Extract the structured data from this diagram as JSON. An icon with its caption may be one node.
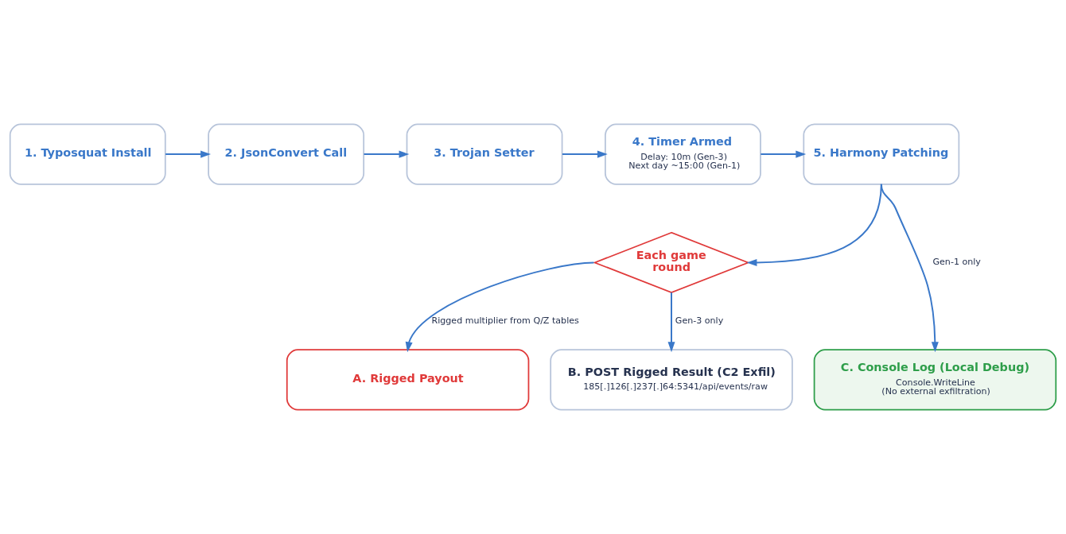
{
  "diagram": {
    "nodes": [
      {
        "text": [
          "1. Typosquat Install"
        ]
      },
      {
        "text": [
          "2. JsonConvert Call"
        ]
      },
      {
        "text": [
          "3. Trojan Setter"
        ]
      },
      {
        "text": [
          "4. Timer Armed",
          "Delay: 10m (Gen-3)",
          "Next day ~15:00 (Gen-1)"
        ]
      },
      {
        "text": [
          "5. Harmony Patching"
        ]
      },
      {
        "text": [
          "Each game round"
        ]
      },
      {
        "text": [
          "A. Rigged Payout"
        ]
      },
      {
        "text": [
          "B. POST Rigged Result (C2 Exfil)",
          "185[.]126[.]237[.]64:5341/api/events/raw"
        ]
      },
      {
        "text": [
          "C. Console Log (Local Debug)",
          "Console.WriteLine",
          "(No external exfiltration)"
        ]
      }
    ],
    "edges": [
      {
        "from": 0,
        "to": 1,
        "arrow": "to"
      },
      {
        "from": 1,
        "to": 2,
        "arrow": "to"
      },
      {
        "from": 2,
        "to": 3,
        "arrow": "to"
      },
      {
        "from": 3,
        "to": 4,
        "arrow": "to"
      },
      {
        "from": 4,
        "to": 5,
        "arrow": "to"
      },
      {
        "from": 4,
        "to": 8,
        "arrow": "to",
        "label": "Gen-1 only"
      },
      {
        "from": 5,
        "to": 6,
        "arrow": "to",
        "label": "Rigged multiplier from Q/Z tables"
      },
      {
        "from": 5,
        "to": 7,
        "arrow": "to",
        "label": "Gen-3 only"
      }
    ]
  }
}
